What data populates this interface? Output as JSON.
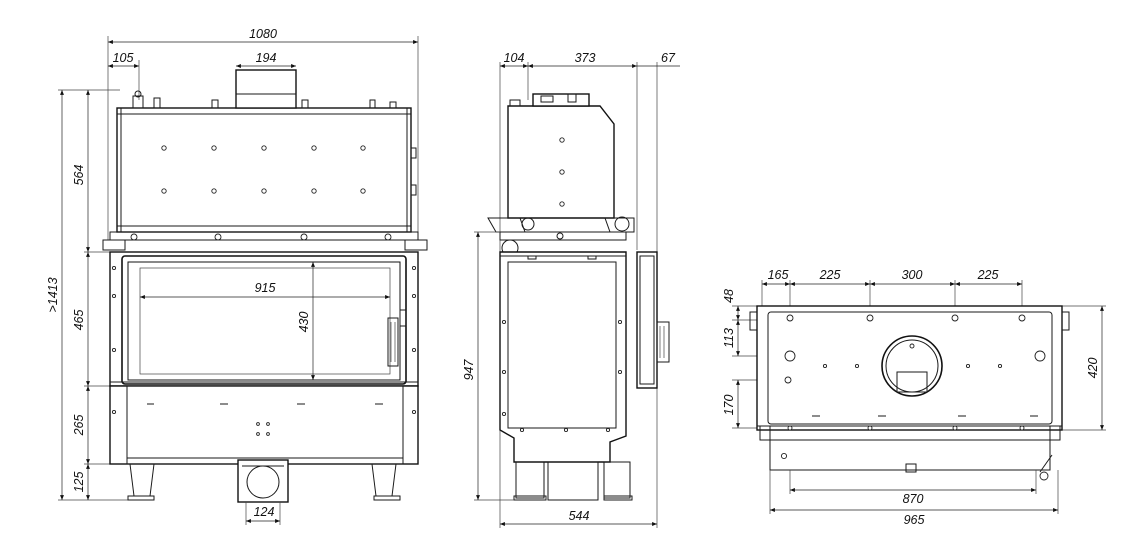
{
  "front_view": {
    "width_overall": "1080",
    "offset_left": "105",
    "flue_width": "194",
    "height_total": ">1413",
    "height_top": "564",
    "height_middle": "465",
    "height_lower": "265",
    "height_feet": "125",
    "glass_width": "915",
    "glass_height": "430",
    "flue_bottom_width": "124"
  },
  "side_view": {
    "depth_front": "104",
    "depth_middle": "373",
    "depth_rear": "67",
    "height": "947",
    "depth_total": "544"
  },
  "bottom_view": {
    "spacing_1": "165",
    "spacing_2": "225",
    "spacing_3": "300",
    "spacing_4": "225",
    "offset_top": "48",
    "offset_middle": "113",
    "offset_lower": "170",
    "depth": "420",
    "inner_width": "870",
    "outer_width": "965"
  }
}
